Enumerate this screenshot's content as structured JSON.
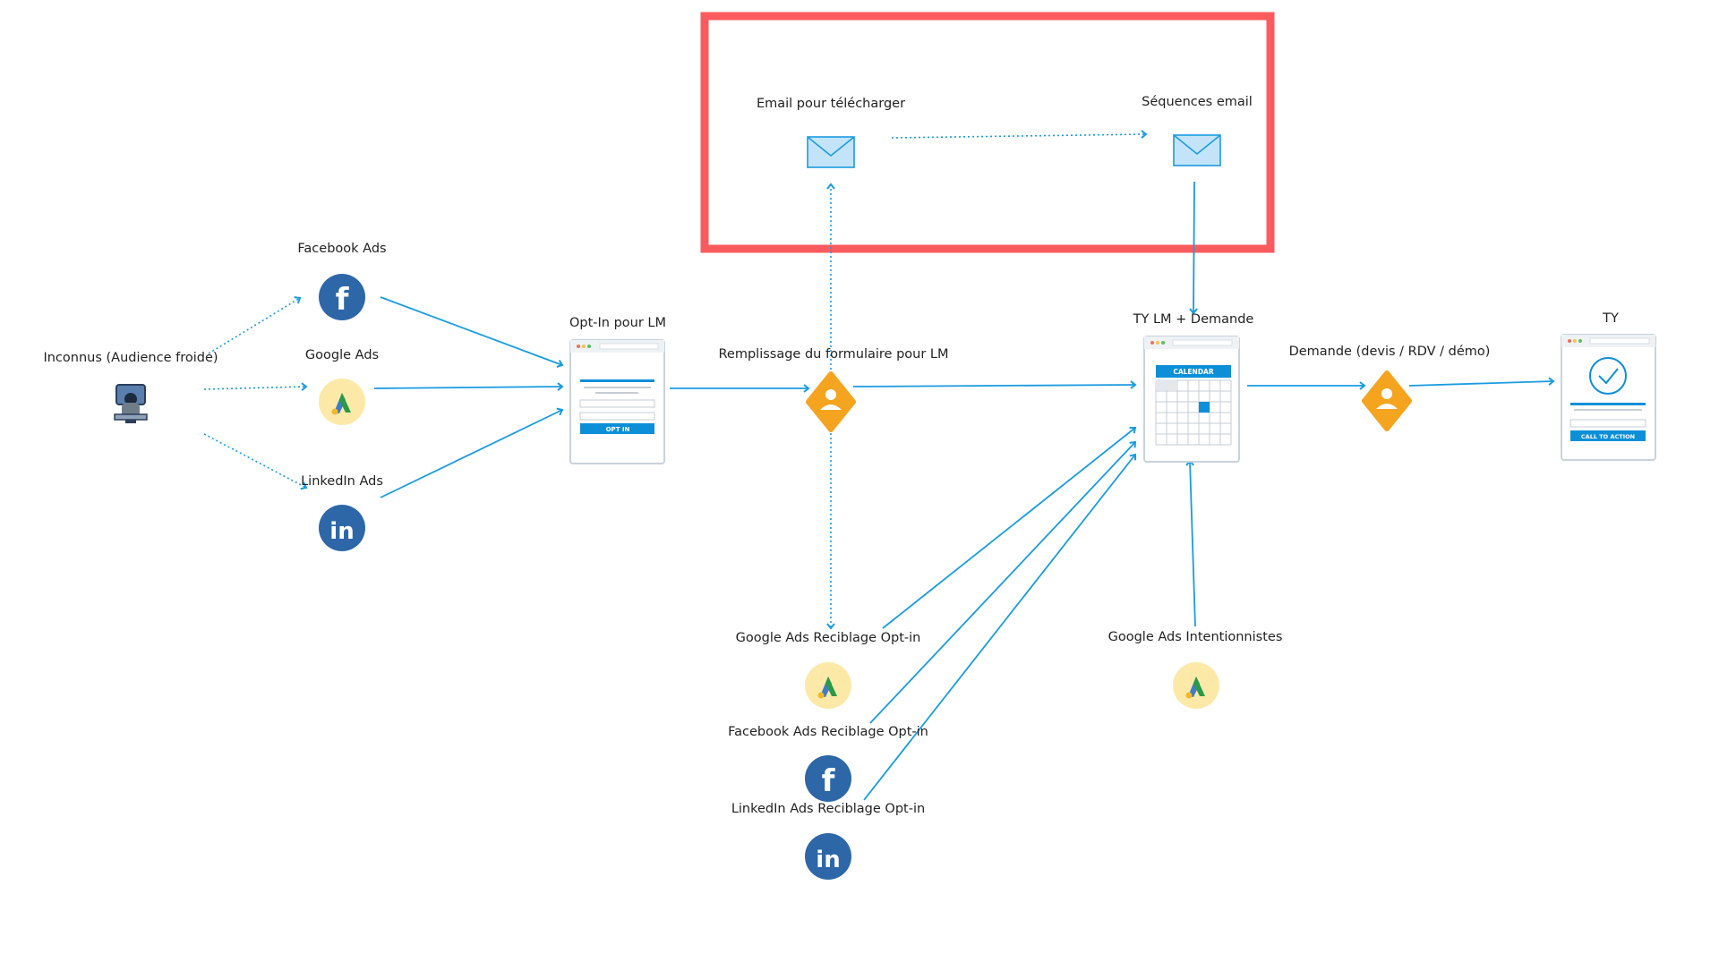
{
  "labels": {
    "cold": "Inconnus (Audience froide)",
    "facebook_ads": "Facebook Ads",
    "google_ads": "Google Ads",
    "linkedin_ads": "LinkedIn Ads",
    "optin": "Opt-In pour LM",
    "form_fill": "Remplissage du formulaire pour LM",
    "email_download": "Email pour télécharger",
    "email_sequences": "Séquences email",
    "ty_lm": "TY LM + Demande",
    "request": "Demande (devis / RDV / démo)",
    "ty": "TY",
    "retarget_google": "Google Ads Reciblage Opt-in",
    "retarget_facebook": "Facebook Ads Reciblage Opt-in",
    "retarget_linkedin": "LinkedIn Ads Reciblage Opt-in",
    "intent_google": "Google Ads Intentionnistes"
  },
  "page_text": {
    "optin_button": "OPT IN",
    "calendar_header": "CALENDAR",
    "cta_button": "CALL TO ACTION"
  },
  "icons": {
    "facebook": "facebook-icon",
    "google_ads": "google-ads-icon",
    "linkedin": "linkedin-icon",
    "email": "envelope-icon",
    "person": "person-icon",
    "computer_user": "computer-user-icon"
  },
  "colors": {
    "connector": "#1a9be0",
    "highlight_box": "#fb5b5f",
    "social_blue": "#2e67a8",
    "google_bg": "#fde9a7",
    "diamond": "#f5a41f",
    "page_accent": "#0d8fd8"
  }
}
